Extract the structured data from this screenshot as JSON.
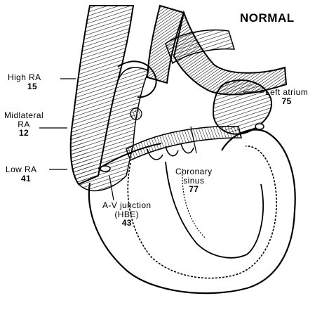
{
  "title": "NORMAL",
  "labels": {
    "high_ra": {
      "name": "High RA",
      "value": "15"
    },
    "midlateral_ra": {
      "name1": "Midlateral",
      "name2": "RA",
      "value": "12"
    },
    "low_ra": {
      "name": "Low RA",
      "value": "41"
    },
    "left_atrium": {
      "name": "Left atrium",
      "value": "75"
    },
    "coronary_sinus": {
      "name1": "Coronary",
      "name2": "sinus",
      "value": "77"
    },
    "av_junction": {
      "name1": "A-V junction",
      "name2": "(HBE)",
      "value": "43"
    }
  }
}
